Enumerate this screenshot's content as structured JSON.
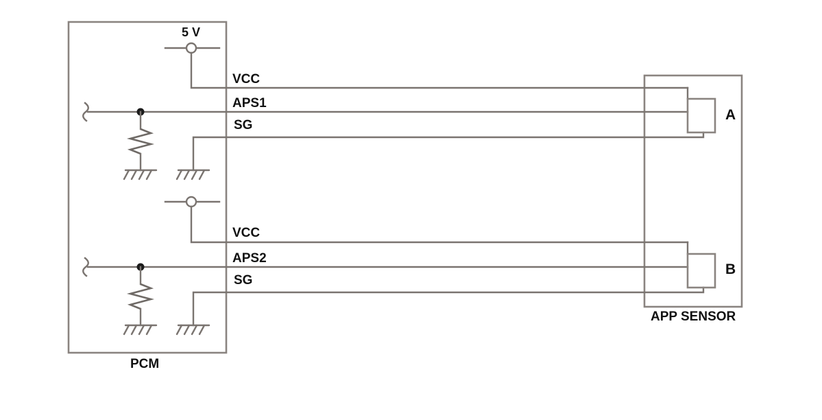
{
  "diagram": {
    "title_pcm": "PCM",
    "title_app_sensor": "APP SENSOR",
    "supply_label": "5 V",
    "colors": {
      "wire": "#7a7470",
      "box": "#8a8480",
      "text": "#111111",
      "background": "#ffffff",
      "junction_dot": "#1b1b1b"
    },
    "blocks": [
      {
        "name": "pcm",
        "label": "PCM",
        "label_position": "below"
      },
      {
        "name": "app-sensor",
        "label": "APP SENSOR",
        "label_position": "below"
      }
    ],
    "sensors": [
      {
        "name": "sensor-a",
        "label": "A",
        "circuit": 1
      },
      {
        "name": "sensor-b",
        "label": "B",
        "circuit": 2
      }
    ],
    "circuits": [
      {
        "index": 1,
        "supply": "5 V",
        "pins": [
          {
            "name": "vcc",
            "label": "VCC"
          },
          {
            "name": "aps",
            "label": "APS1"
          },
          {
            "name": "sg",
            "label": "SG"
          }
        ],
        "components": [
          {
            "name": "pull-down-resistor",
            "type": "resistor"
          },
          {
            "name": "signal-ground",
            "type": "ground"
          },
          {
            "name": "sensor-ground",
            "type": "ground"
          },
          {
            "name": "supply-node",
            "type": "terminal-circle"
          },
          {
            "name": "junction",
            "type": "junction-dot"
          },
          {
            "name": "wire-break",
            "type": "squiggle"
          }
        ]
      },
      {
        "index": 2,
        "supply": "",
        "pins": [
          {
            "name": "vcc",
            "label": "VCC"
          },
          {
            "name": "aps",
            "label": "APS2"
          },
          {
            "name": "sg",
            "label": "SG"
          }
        ],
        "components": [
          {
            "name": "pull-down-resistor",
            "type": "resistor"
          },
          {
            "name": "signal-ground",
            "type": "ground"
          },
          {
            "name": "sensor-ground",
            "type": "ground"
          },
          {
            "name": "supply-node",
            "type": "terminal-circle"
          },
          {
            "name": "junction",
            "type": "junction-dot"
          },
          {
            "name": "wire-break",
            "type": "squiggle"
          }
        ]
      }
    ],
    "pin_labels": {
      "vcc1": "VCC",
      "aps1": "APS1",
      "sg1": "SG",
      "vcc2": "VCC",
      "aps2": "APS2",
      "sg2": "SG"
    }
  }
}
